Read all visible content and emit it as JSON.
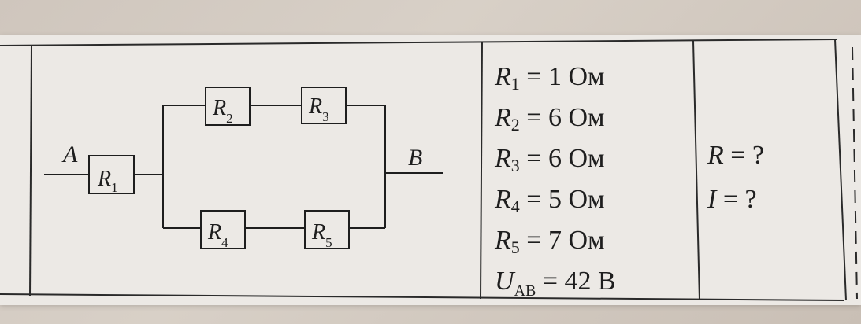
{
  "circuit": {
    "node_a": "A",
    "node_b": "B",
    "resistors": [
      {
        "letter": "R",
        "index": "1"
      },
      {
        "letter": "R",
        "index": "2"
      },
      {
        "letter": "R",
        "index": "3"
      },
      {
        "letter": "R",
        "index": "4"
      },
      {
        "letter": "R",
        "index": "5"
      }
    ]
  },
  "given": [
    {
      "symbol": "R",
      "index": "1",
      "rest": " = 1 Ом"
    },
    {
      "symbol": "R",
      "index": "2",
      "rest": " = 6 Ом"
    },
    {
      "symbol": "R",
      "index": "3",
      "rest": " = 6 Ом"
    },
    {
      "symbol": "R",
      "index": "4",
      "rest": " = 5 Ом"
    },
    {
      "symbol": "R",
      "index": "5",
      "rest": " = 7 Ом"
    },
    {
      "symbol": "U",
      "index": "AB",
      "rest": " = 42 В"
    }
  ],
  "find": [
    {
      "symbol": "R",
      "rest": " = ?"
    },
    {
      "symbol": "I",
      "rest": " = ?"
    }
  ]
}
